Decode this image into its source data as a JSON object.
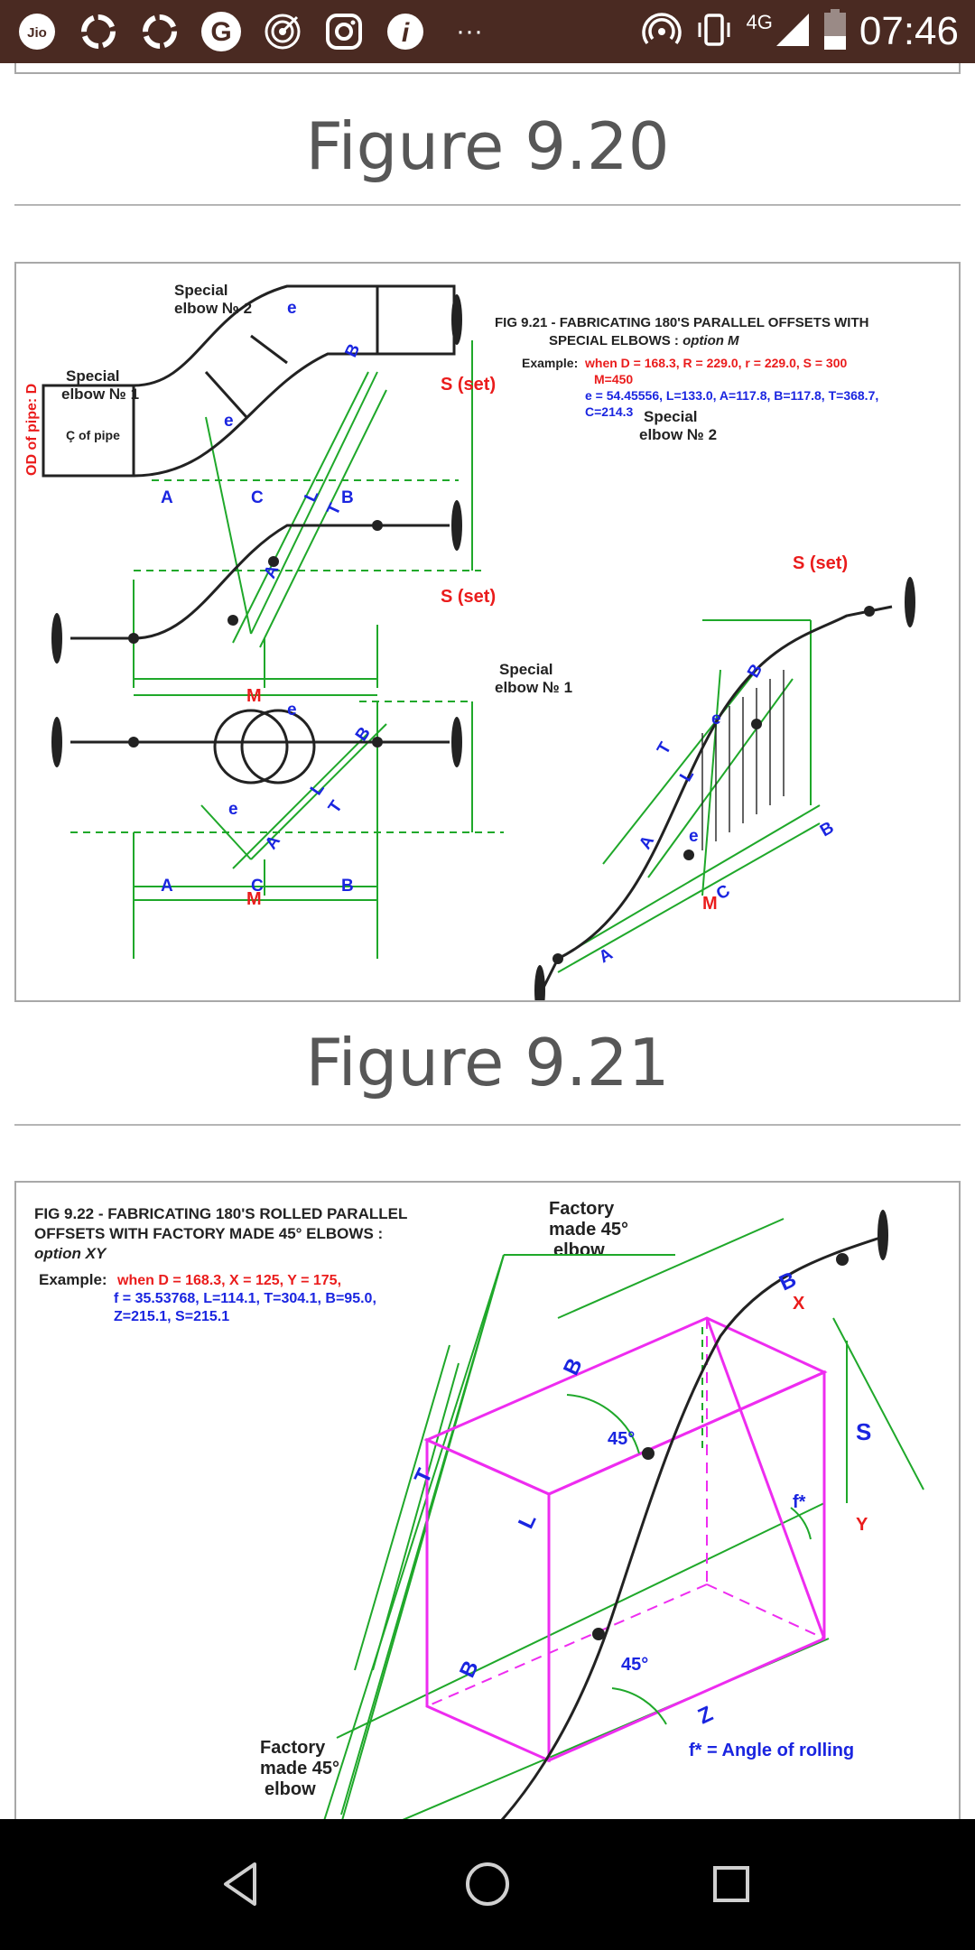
{
  "status_bar": {
    "time": "07:46",
    "network": "4G",
    "carrier_icon_text": "Jio",
    "overflow": "···"
  },
  "figures": [
    {
      "caption": "Figure 9.20"
    },
    {
      "caption": "Figure 9.21"
    }
  ],
  "fig921": {
    "title_line1": "FIG 9.21 - FABRICATING 180'S PARALLEL OFFSETS WITH",
    "title_line2": "SPECIAL ELBOWS : ",
    "title_option": "option M",
    "example_label": "Example: ",
    "example_red1": "when D = 168.3, R = 229.0, r = 229.0, S = 300",
    "example_red2": "M=450",
    "example_blue1": "e = 54.45556, L=133.0,  A=117.8, B=117.8, T=368.7,",
    "example_blue2": "C=214.3",
    "special_elbow_2": [
      "Special",
      "elbow № 2"
    ],
    "special_elbow_1": [
      "Special",
      "elbow № 1"
    ],
    "cl_of_pipe": "Ç of pipe",
    "od_of_pipe": "OD of pipe: D",
    "s_set": "S (set)",
    "letters": {
      "A": "A",
      "B": "B",
      "C": "C",
      "M": "M",
      "e": "e",
      "L": "L",
      "T": "T"
    }
  },
  "fig922": {
    "title_line1": "FIG 9.22 - FABRICATING 180'S ROLLED  PARALLEL",
    "title_line2": "OFFSETS   WITH FACTORY  MADE 45° ELBOWS :",
    "title_option": "option XY",
    "example_label": "Example: ",
    "example_red": "when D = 168.3, X = 125, Y = 175,",
    "example_blue1": "f = 35.53768, L=114.1,  T=304.1, B=95.0,",
    "example_blue2": "Z=215.1, S=215.1",
    "factory_elbow": [
      "Factory",
      "made 45°",
      "elbow"
    ],
    "angle": "45°",
    "rolling_legend": "f* = Angle  of  rolling",
    "f_star": "f*",
    "letters": {
      "X": "X",
      "Y": "Y",
      "S": "S",
      "B": "B",
      "T": "T",
      "L": "L",
      "Z": "Z"
    }
  },
  "colors": {
    "status_bar": "#4a2a22",
    "caption": "#575757",
    "green_dim": "#1fa82a",
    "red_label": "#ea1c1c",
    "blue_label": "#1a25e0",
    "magenta_box": "#ee2cf0"
  },
  "icons": {
    "status_left": [
      "jio-icon",
      "ring-icon",
      "ring-icon",
      "google-icon",
      "target-icon",
      "instagram-icon",
      "info-icon"
    ],
    "status_right": [
      "hotspot-icon",
      "vibrate-icon",
      "signal-icon",
      "battery-icon"
    ],
    "nav": [
      "back-icon",
      "home-icon",
      "recents-icon"
    ]
  }
}
